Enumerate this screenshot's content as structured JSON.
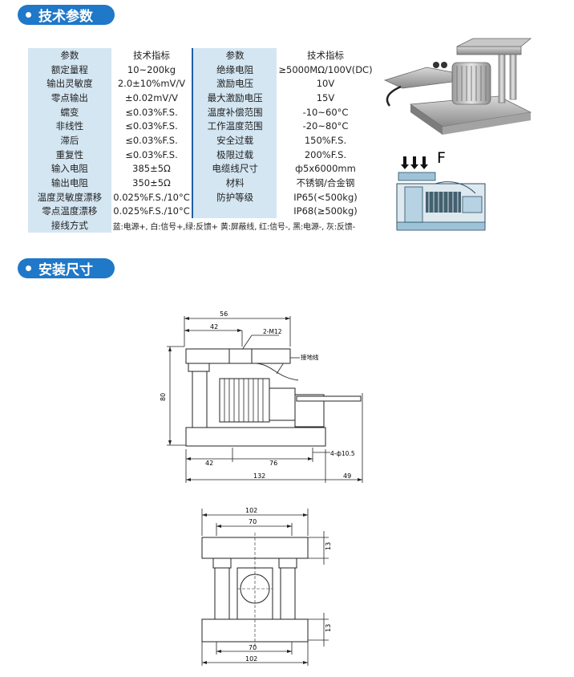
{
  "sections": {
    "spec_title": "技术参数",
    "install_title": "安装尺寸"
  },
  "spec_table": {
    "header": [
      "参数",
      "技术指标",
      "参数",
      "技术指标"
    ],
    "rows": [
      [
        "额定量程",
        "10~200kg",
        "绝缘电阻",
        "≥5000MΩ/100V(DC)"
      ],
      [
        "输出灵敏度",
        "2.0±10%mV/V",
        "激励电压",
        "10V"
      ],
      [
        "零点输出",
        "±0.02mV/V",
        "最大激励电压",
        "15V"
      ],
      [
        "蠕变",
        "≤0.03%F.S.",
        "温度补偿范围",
        "-10~60°C"
      ],
      [
        "非线性",
        "≤0.03%F.S.",
        "工作温度范围",
        "-20~80°C"
      ],
      [
        "滞后",
        "≤0.03%F.S.",
        "安全过载",
        "150%F.S."
      ],
      [
        "重复性",
        "≤0.03%F.S.",
        "极限过载",
        "200%F.S."
      ],
      [
        "输入电阻",
        "385±5Ω",
        "电缆线尺寸",
        "ф5x6000mm"
      ],
      [
        "输出电阻",
        "350±5Ω",
        "材料",
        "不锈钢/合金钢"
      ],
      [
        "温度灵敏度漂移",
        "0.025%F.S./10°C",
        "防护等级",
        "IP65(<500kg)"
      ],
      [
        "零点温度漂移",
        "0.025%F.S./10°C",
        "",
        "IP68(≥500kg)"
      ]
    ],
    "wiring_label": "接线方式",
    "wiring_value": "蓝:电源+, 白:信号+,绿:反馈+ 黄:屏蔽线, 红:信号-, 黑:电源-, 灰:反馈-"
  },
  "load_diagram": {
    "force_label": "F"
  },
  "side_view": {
    "dims": {
      "width_56": "56",
      "width_42_top": "42",
      "thread": "2-M12",
      "ground": "接地线",
      "height_80": "80",
      "bottom_42": "42",
      "bottom_76": "76",
      "holes": "4-ф10.5",
      "total_132": "132",
      "cable_49": "49"
    }
  },
  "front_view": {
    "dims": {
      "top_102": "102",
      "top_70": "70",
      "right_13_top": "13",
      "right_13_bottom": "13",
      "bottom_70": "70",
      "bottom_102": "102"
    }
  },
  "colors": {
    "accent": "#1f78c8",
    "table_shade": "#d4e6f2"
  }
}
